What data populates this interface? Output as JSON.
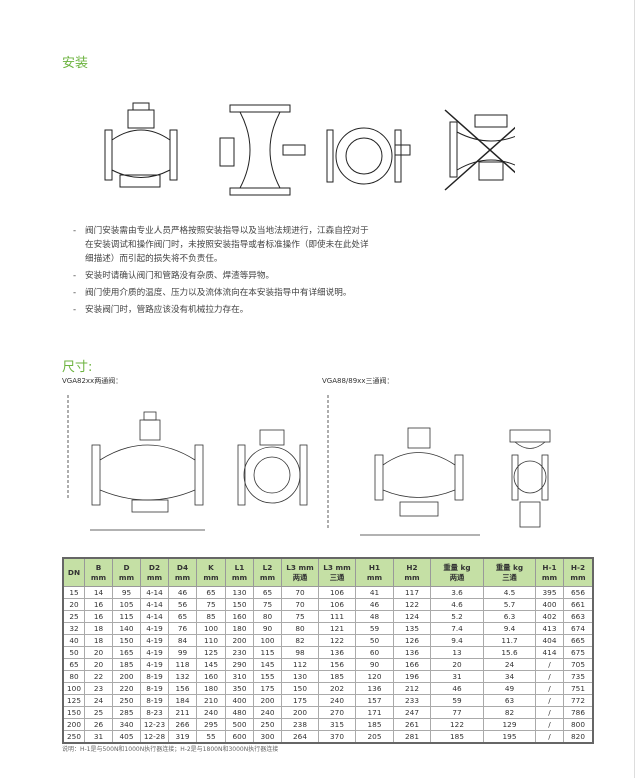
{
  "install": {
    "title": "安装",
    "bullets": [
      "阀门安装需由专业人员严格按照安装指导以及当地法规进行，江森自控对于在安装调试和操作阀门时，未按照安装指导或者标准操作（即使未在此处详细描述）而引起的损失将不负责任。",
      "安装时请确认阀门和管路没有杂质、焊渣等异物。",
      "阀门使用介质的温度、压力以及流体流向在本安装指导中有详细说明。",
      "安装阀门时，管路应该没有机械拉力存在。"
    ],
    "dash": "-"
  },
  "dims": {
    "title": "尺寸:",
    "two_way": "VGA82xx两通阀：",
    "three_way": "VGA88/89xx三通阀："
  },
  "table": {
    "headers": [
      [
        "DN",
        ""
      ],
      [
        "B",
        "mm"
      ],
      [
        "D",
        "mm"
      ],
      [
        "D2",
        "mm"
      ],
      [
        "D4",
        "mm"
      ],
      [
        "K",
        "mm"
      ],
      [
        "L1",
        "mm"
      ],
      [
        "L2",
        "mm"
      ],
      [
        "L3 mm",
        "两通"
      ],
      [
        "L3 mm",
        "三通"
      ],
      [
        "H1",
        "mm"
      ],
      [
        "H2",
        "mm"
      ],
      [
        "重量 kg",
        "两通"
      ],
      [
        "重量 kg",
        "三通"
      ],
      [
        "H-1",
        "mm"
      ],
      [
        "H-2",
        "mm"
      ]
    ],
    "rows": [
      [
        "15",
        "14",
        "95",
        "4-14",
        "46",
        "65",
        "130",
        "65",
        "70",
        "106",
        "41",
        "117",
        "3.6",
        "4.5",
        "395",
        "656"
      ],
      [
        "20",
        "16",
        "105",
        "4-14",
        "56",
        "75",
        "150",
        "75",
        "70",
        "106",
        "46",
        "122",
        "4.6",
        "5.7",
        "400",
        "661"
      ],
      [
        "25",
        "16",
        "115",
        "4-14",
        "65",
        "85",
        "160",
        "80",
        "75",
        "111",
        "48",
        "124",
        "5.2",
        "6.3",
        "402",
        "663"
      ],
      [
        "32",
        "18",
        "140",
        "4-19",
        "76",
        "100",
        "180",
        "90",
        "80",
        "121",
        "59",
        "135",
        "7.4",
        "9.4",
        "413",
        "674"
      ],
      [
        "40",
        "18",
        "150",
        "4-19",
        "84",
        "110",
        "200",
        "100",
        "82",
        "122",
        "50",
        "126",
        "9.4",
        "11.7",
        "404",
        "665"
      ],
      [
        "50",
        "20",
        "165",
        "4-19",
        "99",
        "125",
        "230",
        "115",
        "98",
        "136",
        "60",
        "136",
        "13",
        "15.6",
        "414",
        "675"
      ],
      [
        "65",
        "20",
        "185",
        "4-19",
        "118",
        "145",
        "290",
        "145",
        "112",
        "156",
        "90",
        "166",
        "20",
        "24",
        "/",
        "705"
      ],
      [
        "80",
        "22",
        "200",
        "8-19",
        "132",
        "160",
        "310",
        "155",
        "130",
        "185",
        "120",
        "196",
        "31",
        "34",
        "/",
        "735"
      ],
      [
        "100",
        "23",
        "220",
        "8-19",
        "156",
        "180",
        "350",
        "175",
        "150",
        "202",
        "136",
        "212",
        "46",
        "49",
        "/",
        "751"
      ],
      [
        "125",
        "24",
        "250",
        "8-19",
        "184",
        "210",
        "400",
        "200",
        "175",
        "240",
        "157",
        "233",
        "59",
        "63",
        "/",
        "772"
      ],
      [
        "150",
        "25",
        "285",
        "8-23",
        "211",
        "240",
        "480",
        "240",
        "200",
        "270",
        "171",
        "247",
        "77",
        "82",
        "/",
        "786"
      ],
      [
        "200",
        "26",
        "340",
        "12-23",
        "266",
        "295",
        "500",
        "250",
        "238",
        "315",
        "185",
        "261",
        "122",
        "129",
        "/",
        "800"
      ],
      [
        "250",
        "31",
        "405",
        "12-28",
        "319",
        "55",
        "600",
        "300",
        "264",
        "370",
        "205",
        "281",
        "185",
        "195",
        "/",
        "820"
      ]
    ],
    "note": "说明：H-1是与500N和1000N执行器连接；H-2是与1800N和3000N执行器连接"
  },
  "colors": {
    "accent": "#6cb33f",
    "header_bg": "#c5e0a5"
  }
}
